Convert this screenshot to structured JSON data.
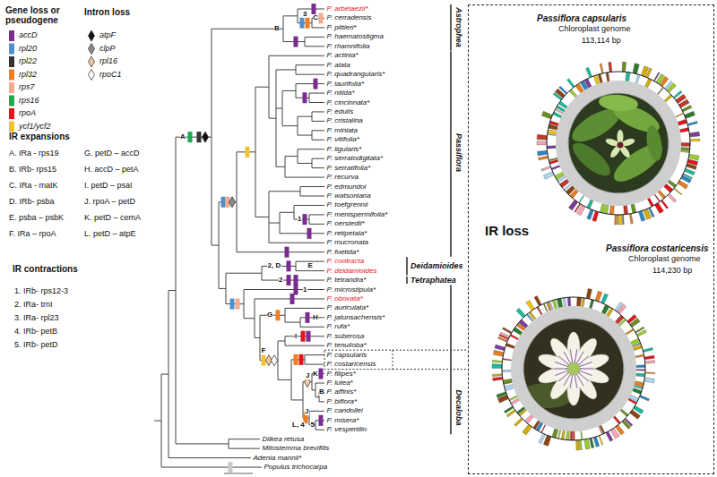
{
  "diagram": {
    "nodes": [
      {
        "text": [
          "Passiflora capsularis",
          "Chloroplast genome",
          "113,114 bp",
          "IR loss",
          "Passiflora costaricensis",
          "Chloroplast genome",
          "114,230 bp"
        ]
      }
    ],
    "labels": [
      "Gene loss or pseudogene",
      "Intron loss",
      "IR expansions",
      "A. IRa - rps19",
      "B. IRb- rps15",
      "C. IRa - matK",
      "D. IRb- psba",
      "E. psba – psbK",
      "F. IRa – rpoA",
      "G. petD – accD",
      "H. accD – petA",
      "I. petD – psaI",
      "J. rpoA – petD",
      "K. petD – cemA",
      "L. petD – atpE",
      "IR contractions",
      "1. IRb- rps12-3",
      "2. IRa- trnI",
      "3. IRa- rpl23",
      "4. IRb- petB",
      "5. IRb- petD",
      "P. arbelaezii*",
      "P. cerradensis",
      "P. pittieri*",
      "P. haematostigma",
      "P. rhamnifolia",
      "P. actinia*",
      "P. alata",
      "P. quadrangularis*",
      "P. laurifolia*",
      "P. nitida*",
      "P. cincinnata*",
      "P. edulis",
      "P. cristalina",
      "P. miniata",
      "P. vitifolia*",
      "P. ligularis*",
      "P. serratodigitata*",
      "P. serratifolia*",
      "P. recurva",
      "P. edmundoi",
      "P. watsoniana",
      "P. toefgrennii",
      "P. menispermifolia*",
      "P. oerstedii*",
      "P. retipetala*",
      "P. mucronata",
      "P. foetida*",
      "P. contracta",
      "P. deidamioides",
      "P. tetrandra*",
      "P. microstipula*",
      "P. obovata*",
      "P. auriculata*",
      "P. jatunsachensis*",
      "P. rufa*",
      "P. suberosa",
      "P. tenuiloba*",
      "P. capsularis",
      "P. costaricensis",
      "P. filipes*",
      "P. lutea*",
      "P. affinis*",
      "P. biflora*",
      "P. candollei",
      "P. misera*",
      "P. vespertilio",
      "Dilkea retusa",
      "Mitostemma brevifilis",
      "Adenia mannii*",
      "Populus trichocarpa",
      "Astrophea",
      "Passiflora",
      "Deidamioides",
      "Tetraphatea",
      "Decaloba",
      "A",
      "B",
      "3",
      "C",
      "1",
      "2, D",
      "E",
      "2",
      "1",
      "F",
      "G",
      "H",
      "I",
      "J",
      "K",
      "B",
      "J",
      "L, 4",
      "5"
    ],
    "legend": [
      {
        "text": "accD",
        "color": "#7b2c8f"
      },
      {
        "text": "rpl20",
        "color": "#4f8fcb"
      },
      {
        "text": "rpl22",
        "color": "#333333"
      },
      {
        "text": "rpl32",
        "color": "#f07d21"
      },
      {
        "text": "rps7",
        "color": "#f5a98f"
      },
      {
        "text": "rps16",
        "color": "#1fa84f"
      },
      {
        "text": "rpoA",
        "color": "#e3141b"
      },
      {
        "text": "ycf1/ycf2",
        "color": "#f5c12e"
      },
      {
        "text": "atpF"
      },
      {
        "text": "clpP"
      },
      {
        "text": "rpl16"
      },
      {
        "text": "rpoC1"
      }
    ]
  }
}
